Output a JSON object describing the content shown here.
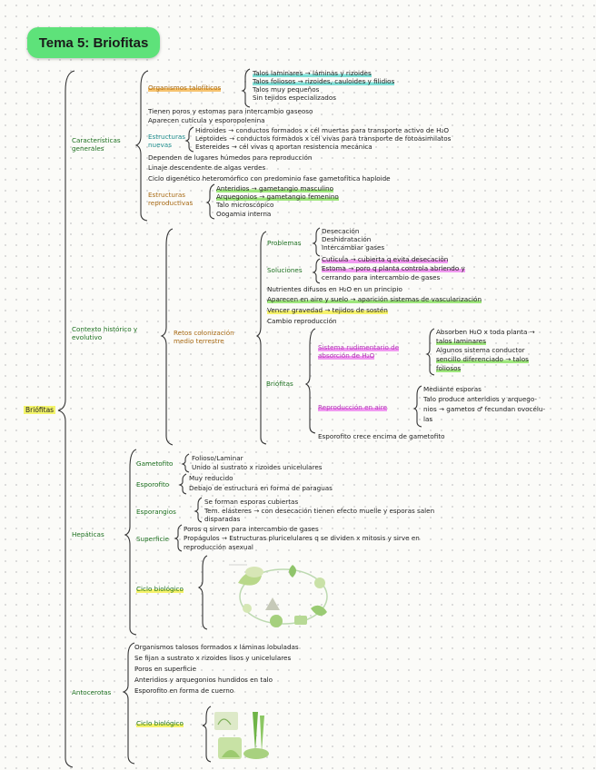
{
  "title": "Tema 5: Briofitas",
  "root": "Briófitas",
  "sections": {
    "caracteristicas": {
      "label": "Características generales",
      "organismos_label": "Organismos talofíticos",
      "organismos_items": [
        "Talos laminares → láminas y rizoides",
        "Talos foliosos → rizoides, cauloides y filidios",
        "Talos muy pequeños",
        "Sin tejidos especializados"
      ],
      "poros": "Tienen poros y estomas para intercambio gaseoso",
      "cuticula": "Aparecen cutícula y esporopolenina",
      "estructuras_label": "Estructuras nuevas",
      "estructuras_items": [
        "Hidroides → conductos formados x cél muertas para transporte activo de H₂O",
        "Leptoides → conductos formados x cél vivas para transporte de fotoasimilatos",
        "Estereides → cél vivas q aportan resistencia mecánica"
      ],
      "dependen": "Dependen de lugares húmedos para reproducción",
      "linaje": "Linaje descendente de algas verdes",
      "ciclo": "Ciclo digenético heteromórfico con predominio fase gametofítica haploide",
      "repro_label": "Estructuras reproductivas",
      "repro_items": [
        "Anteridios → gametangio masculino",
        "Arquegonios → gametangio femenino",
        "Talo microscópico",
        "Oogamia interna"
      ]
    },
    "contexto": {
      "label": "Contexto histórico y evolutivo",
      "retos_label": "Retos colonización medio terrestre",
      "problemas_label": "Problemas",
      "problemas_items": [
        "Desecación",
        "Deshidratación",
        "Intercambiar gases"
      ],
      "soluciones_label": "Soluciones",
      "soluciones_items": [
        "Cutícula → cubierta q evita desecación",
        "Estoma → poro q planta controla abriendo y",
        "cerrando para intercambio de gases"
      ],
      "nutrientes": "Nutrientes difusos en H₂O en un principio",
      "aparecen": "Aparecen en aire y suelo → aparición sistemas de vascularización",
      "vencer": "Vencer gravedad → tejidos de sostén",
      "cambio": "Cambio reproducción",
      "briofitas_label": "Briófitas",
      "sistema_label": "Sistema rudimentario de absorción de H₂O",
      "sistema_items": [
        "Absorben H₂O x toda planta →",
        "talos laminares",
        "Algunos sistema conductor",
        "sencillo diferenciado → talos",
        "foliosos"
      ],
      "repro_aire_label": "Reproducción en aire",
      "repro_aire_items": [
        "Mediante esporas",
        "Talo produce anteridios y arquego-",
        "nios → gametos ♂ fecundan ovocélu-",
        "las"
      ],
      "esporofito": "Esporofito crece encima de gametofito"
    },
    "hepaticas": {
      "label": "Hepáticas",
      "gametofito_label": "Gametofito",
      "gametofito_items": [
        "Folioso/Laminar",
        "Unido al sustrato x rizoides unicelulares"
      ],
      "esporofito_label": "Esporofito",
      "esporofito_items": [
        "Muy reducido",
        "Debajo de estructura en forma de paraguas"
      ],
      "esporangios_label": "Esporangios",
      "esporangios_items": [
        "Se forman esporas cubiertas",
        "Tem. elásteres → con desecación tienen efecto muelle y esporas salen",
        "disparadas"
      ],
      "superficie_label": "Superficie",
      "superficie_items": [
        "Poros q sirven para intercambio de gases",
        "Propágulos → Estructuras pluricelulares q se dividen x mitosis y sirve en",
        "reproducción asexual"
      ],
      "ciclo_label": "Ciclo biológico"
    },
    "antocerotas": {
      "label": "Antocerotas",
      "items": [
        "Organismos talosos formados x láminas lobuladas",
        "Se fijan a sustrato x rizoides lisos y unicelulares",
        "Poros en superficie",
        "Anteridios y arquegonios hundidos en talo",
        "Esporofito en forma de cuerno"
      ],
      "ciclo_label": "Ciclo biológico"
    }
  }
}
